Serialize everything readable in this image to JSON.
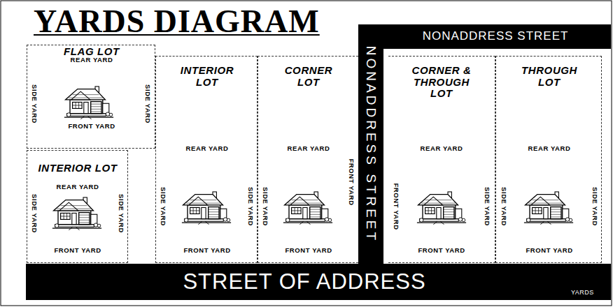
{
  "diagram": {
    "title": "YARDS DIAGRAM",
    "nodes": [
      {
        "text": [
          "FLAG LOT",
          "REAR YARD",
          "SIDE YARD",
          "SIDE YARD",
          "FRONT YARD"
        ]
      },
      {
        "text": [
          "INTERIOR LOT",
          "REAR YARD",
          "SIDE YARD",
          "SIDE YARD",
          "FRONT YARD"
        ]
      },
      {
        "text": [
          "INTERIOR LOT",
          "REAR YARD",
          "SIDE YARD",
          "SIDE YARD",
          "FRONT YARD"
        ]
      },
      {
        "text": [
          "CORNER LOT",
          "REAR YARD",
          "SIDE YARD",
          "FRONT YARD",
          "FRONT YARD"
        ]
      },
      {
        "text": [
          "NONADDRESS STREET"
        ]
      },
      {
        "text": [
          "NONADDRESS STREET"
        ]
      },
      {
        "text": [
          "CORNER & THROUGH LOT",
          "REAR YARD",
          "FRONT YARD",
          "SIDE YARD",
          "FRONT YARD"
        ]
      },
      {
        "text": [
          "THROUGH LOT",
          "REAR YARD",
          "SIDE YARD",
          "SIDE YARD",
          "FRONT YARD"
        ]
      },
      {
        "text": [
          "STREET OF ADDRESS"
        ]
      }
    ],
    "labels": [
      "YARDS"
    ]
  }
}
